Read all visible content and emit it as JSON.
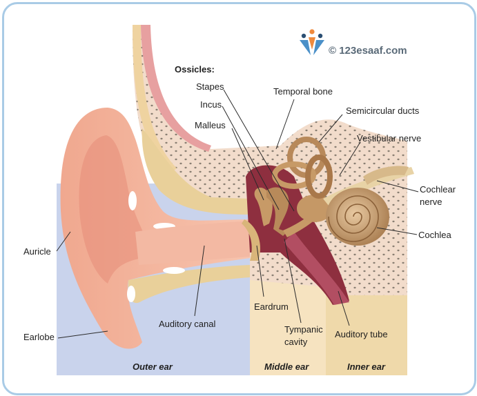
{
  "watermark": {
    "text": "© 123esaaf.com",
    "logo_icon": "people-logo-icon"
  },
  "heading": {
    "ossicles": "Ossicles:"
  },
  "labels": {
    "stapes": "Stapes",
    "incus": "Incus",
    "malleus": "Malleus",
    "temporal_bone": "Temporal bone",
    "semicircular_ducts": "Semicircular ducts",
    "vestibular_nerve": "Vestibular nerve",
    "cochlear_nerve_1": "Cochlear",
    "cochlear_nerve_2": "nerve",
    "cochlea": "Cochlea",
    "auricle": "Auricle",
    "earlobe": "Earlobe",
    "auditory_canal": "Auditory canal",
    "eardrum": "Eardrum",
    "tympanic_cavity_1": "Tympanic",
    "tympanic_cavity_2": "cavity",
    "auditory_tube": "Auditory tube"
  },
  "regions": {
    "outer": "Outer ear",
    "middle": "Middle ear",
    "inner": "Inner ear"
  },
  "colors": {
    "frame_border": "#a9cbe6",
    "outer_bg": "#c9d3ec",
    "middle_bg": "#f6e3c0",
    "inner_bg": "#efd9aa",
    "bone": "#f2dccb",
    "skin": "#f2b39b",
    "cartilage": "#e9d09a",
    "cavity": "#8e2f3f",
    "ossicle": "#c79a67"
  }
}
